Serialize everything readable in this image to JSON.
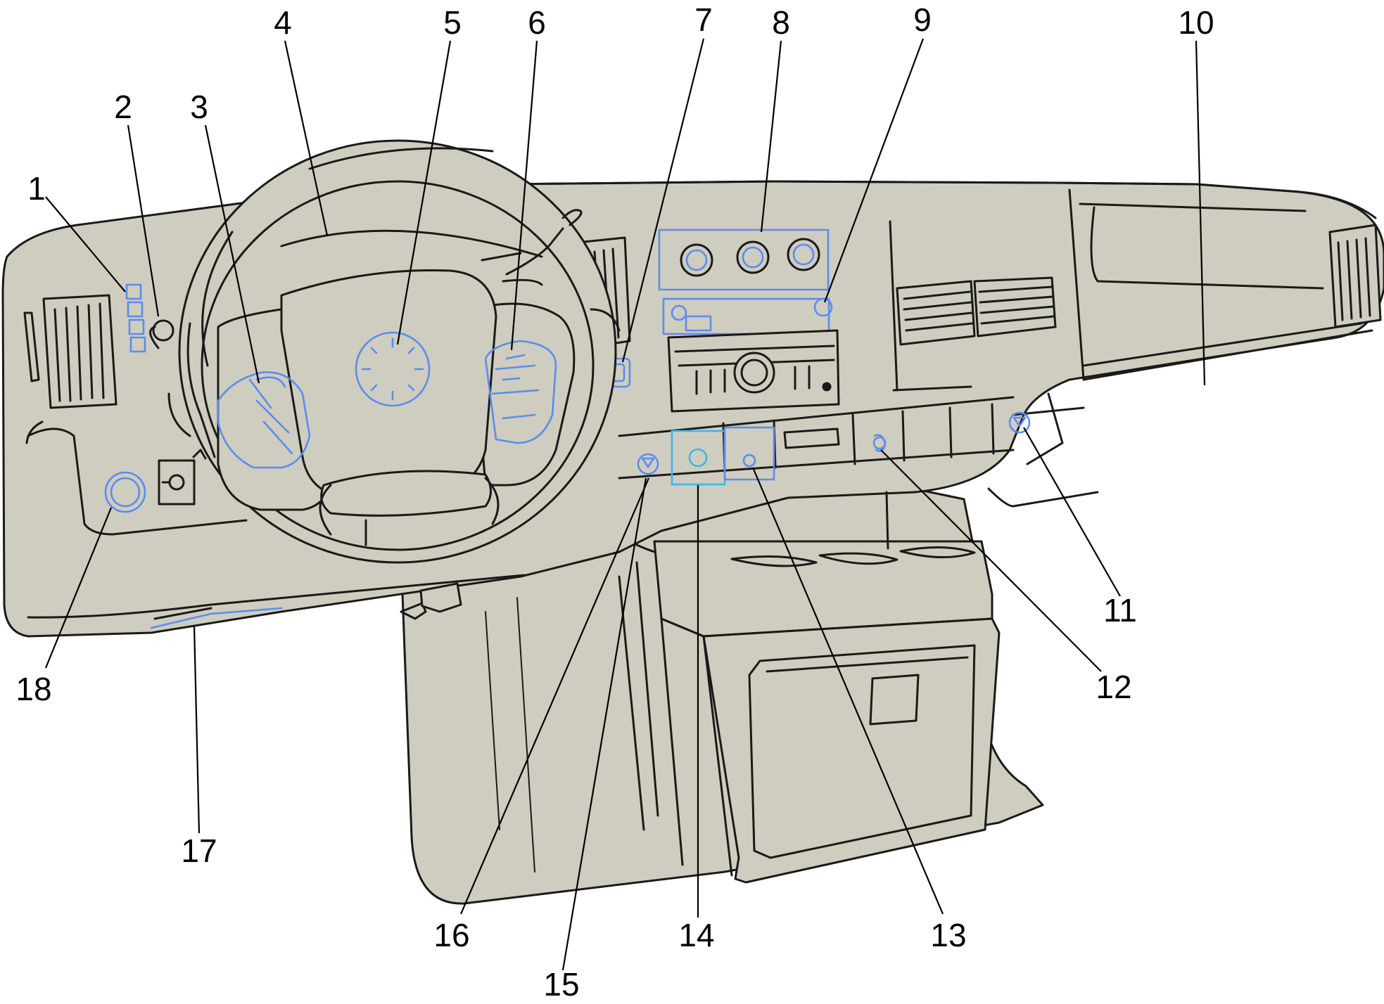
{
  "colors": {
    "panel_fill": "#cfcdbf",
    "outline": "#1a1a1a",
    "highlight_blue": "#5b8cf0",
    "highlight_cyan": "#3cb6e8",
    "background": "#ffffff"
  },
  "callouts": [
    {
      "label": "1"
    },
    {
      "label": "2"
    },
    {
      "label": "3"
    },
    {
      "label": "4"
    },
    {
      "label": "5"
    },
    {
      "label": "6"
    },
    {
      "label": "7"
    },
    {
      "label": "8"
    },
    {
      "label": "9"
    },
    {
      "label": "10"
    },
    {
      "label": "11"
    },
    {
      "label": "12"
    },
    {
      "label": "13"
    },
    {
      "label": "14"
    },
    {
      "label": "15"
    },
    {
      "label": "16"
    },
    {
      "label": "17"
    },
    {
      "label": "18"
    }
  ]
}
